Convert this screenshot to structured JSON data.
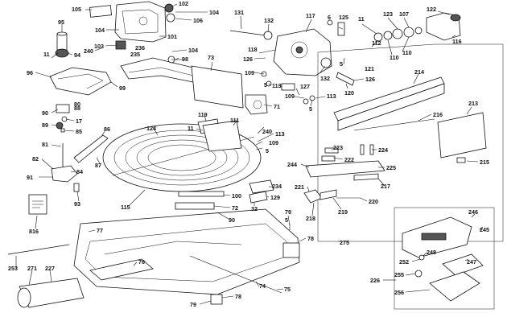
{
  "diagram": {
    "labels": {
      "l105": "105",
      "l102": "102",
      "l104a": "104",
      "l106": "106",
      "l104b": "104",
      "l101": "101",
      "l103": "103",
      "l104c": "104",
      "l236": "236",
      "l235": "235",
      "l98": "98",
      "l240a": "240",
      "l95": "95",
      "l94": "94",
      "l11a": "11",
      "l96": "96",
      "l99": "99",
      "l80": "80",
      "l73": "73",
      "l131": "131",
      "l132a": "132",
      "l117": "117",
      "l6": "6",
      "l125": "125",
      "l11b": "11",
      "l123": "123",
      "l107": "107",
      "l122": "122",
      "l116": "116",
      "l118": "118",
      "l126a": "126",
      "l112": "112",
      "l110": "110",
      "l121": "121",
      "l5a": "5",
      "l126b": "126",
      "l132b": "132",
      "l109a": "109",
      "l5b": "5",
      "l113a": "113",
      "l127": "127",
      "l71": "71",
      "l109b": "109",
      "l5c": "5",
      "l113b": "113",
      "l120": "120",
      "l214": "214",
      "l90": "90",
      "l88": "88",
      "l17": "17",
      "l89": "89",
      "l85": "85",
      "l119": "119",
      "l111": "111",
      "l86": "86",
      "l124": "124",
      "l11c": "11",
      "l240b": "240",
      "l113c": "113",
      "l109c": "109",
      "l5d": "5",
      "l213": "213",
      "l216": "216",
      "l81": "81",
      "l87": "87",
      "l82": "82",
      "l84": "84",
      "l223": "223",
      "l224": "224",
      "l222": "222",
      "l244": "244",
      "l225": "225",
      "l215": "215",
      "l91": "91",
      "l221": "221",
      "l217": "217",
      "l234": "234",
      "l100": "100",
      "l129": "129",
      "l93": "93",
      "l115": "115",
      "l72": "72",
      "l32": "32",
      "l220": "220",
      "l219": "219",
      "l218": "218",
      "l90b": "90",
      "l816": "816",
      "l79a": "79",
      "l5e": "5",
      "l77": "77",
      "l78a": "78",
      "l275": "275",
      "l246": "246",
      "l245": "245",
      "l248": "248",
      "l252": "252",
      "l247": "247",
      "l253": "253",
      "l271": "271",
      "l227": "227",
      "l76": "76",
      "l74": "74",
      "l75": "75",
      "l226": "226",
      "l255": "255",
      "l256": "256",
      "l79b": "79",
      "l78b": "78"
    }
  }
}
